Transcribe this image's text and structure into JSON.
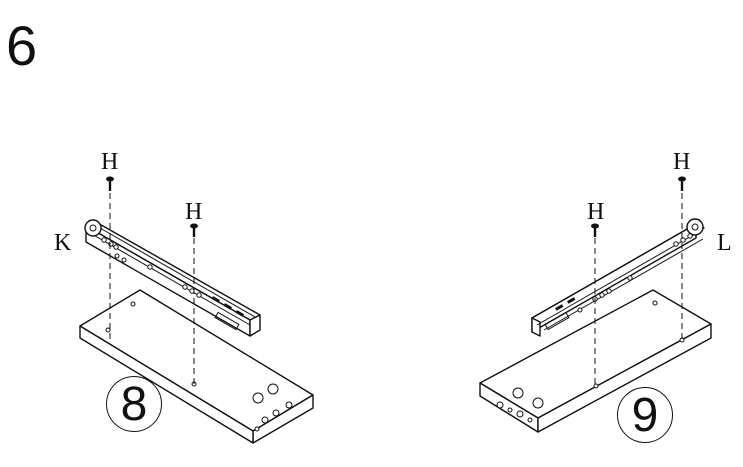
{
  "step_number": "6",
  "left_assembly": {
    "slide_label": "K",
    "screw_label_1": "H",
    "screw_label_2": "H",
    "panel_number": "8"
  },
  "right_assembly": {
    "slide_label": "L",
    "screw_label_1": "H",
    "screw_label_2": "H",
    "panel_number": "9"
  }
}
